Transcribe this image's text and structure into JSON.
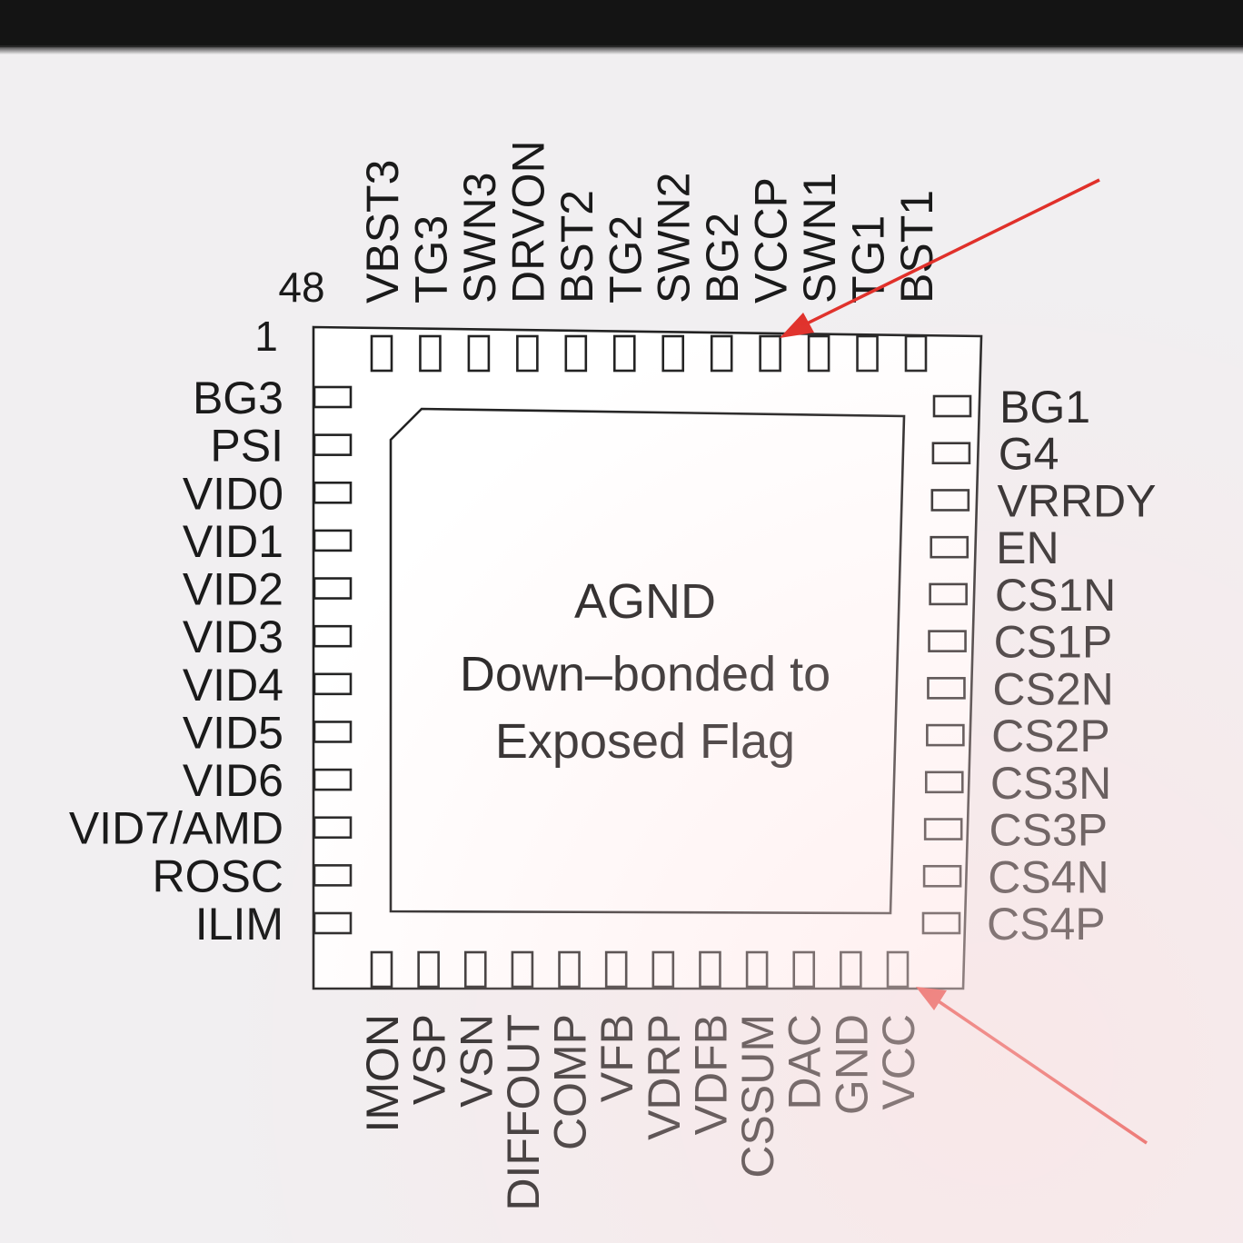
{
  "pin_labels": {
    "left": [
      "BG3",
      "PSI",
      "VID0",
      "VID1",
      "VID2",
      "VID3",
      "VID4",
      "VID5",
      "VID6",
      "VID7/AMD",
      "ROSC",
      "ILIM"
    ],
    "bottom": [
      "IMON",
      "VSP",
      "VSN",
      "DIFFOUT",
      "COMP",
      "VFB",
      "VDRP",
      "VDFB",
      "CSSUM",
      "DAC",
      "GND",
      "VCC"
    ],
    "right": [
      "BG1",
      "G4",
      "VRRDY",
      "EN",
      "CS1N",
      "CS1P",
      "CS2N",
      "CS2P",
      "CS3N",
      "CS3P",
      "CS4N",
      "CS4P"
    ],
    "top": [
      "VBST3",
      "TG3",
      "SWN3",
      "DRVON",
      "BST2",
      "TG2",
      "SWN2",
      "BG2",
      "VCCP",
      "SWN1",
      "TG1",
      "BST1"
    ]
  },
  "pin_numbers": {
    "first": "1",
    "last": "48"
  },
  "center_pad": {
    "title": "AGND",
    "line2": "Down–bonded to",
    "line3": "Exposed Flag"
  },
  "colors": {
    "arrow": "#e0302a",
    "ink": "#1a1a1a",
    "background": "#f1eff1"
  }
}
